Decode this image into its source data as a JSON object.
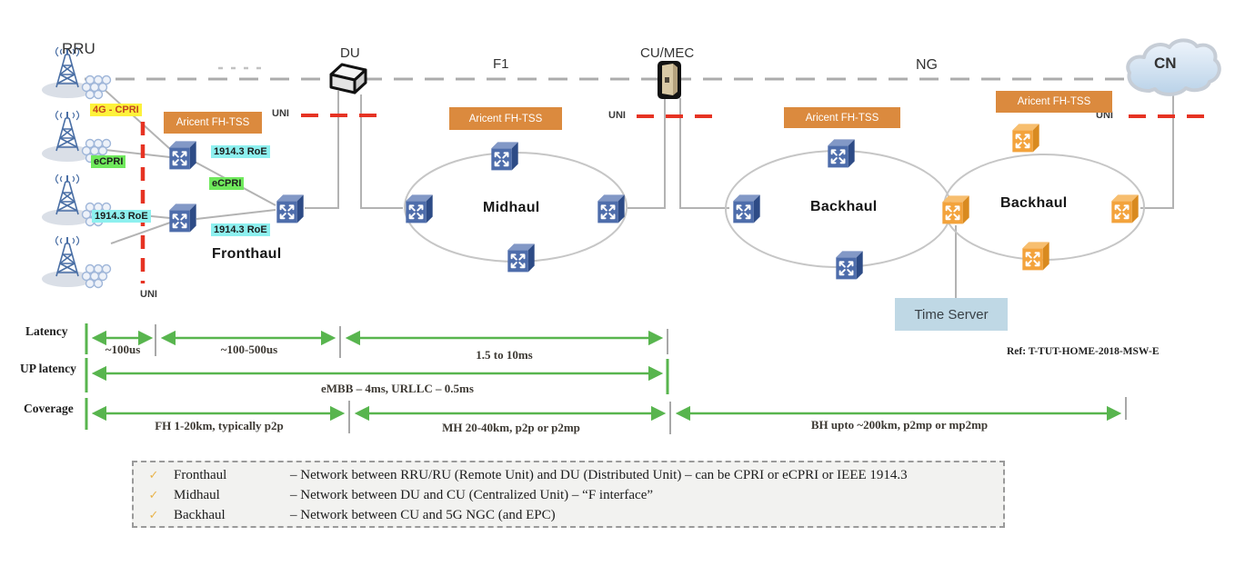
{
  "labels": {
    "rru": "RRU",
    "du": "DU",
    "f1": "F1",
    "cu_mec": "CU/MEC",
    "ng": "NG",
    "cn": "CN",
    "uni": "UNI",
    "aricent": "Aricent FH-TSS",
    "fronthaul": "Fronthaul",
    "midhaul": "Midhaul",
    "backhaul": "Backhaul",
    "time_server": "Time Server"
  },
  "chips": {
    "fourg_cpri": "4G - CPRI",
    "ecpri": "eCPRI",
    "roe": "1914.3 RoE"
  },
  "metrics": {
    "latency": {
      "label": "Latency",
      "seg1": "~100us",
      "seg2": "~100-500us",
      "seg3": "1.5 to 10ms"
    },
    "up_latency": {
      "label": "UP latency",
      "annotation": "eMBB – 4ms, URLLC – 0.5ms"
    },
    "coverage": {
      "label": "Coverage",
      "seg1": "FH 1-20km, typically p2p",
      "seg2": "MH 20-40km, p2p or p2mp",
      "seg3": "BH  upto ~200km, p2mp or mp2mp"
    }
  },
  "ref": "Ref: T-TUT-HOME-2018-MSW-E",
  "legend": {
    "check": "✓",
    "items": [
      {
        "term": "Fronthaul",
        "desc": "– Network between RRU/RU (Remote Unit) and DU (Distributed Unit) – can be CPRI or eCPRI or IEEE 1914.3"
      },
      {
        "term": "Midhaul",
        "desc": "– Network between DU and CU (Centralized Unit) – “F interface”"
      },
      {
        "term": "Backhaul",
        "desc": "– Network between CU and 5G NGC (and EPC)"
      }
    ]
  },
  "colors": {
    "aricent_orange": "#DB8A3E",
    "switch_blue": "#4E6DAB",
    "switch_orange": "#F3A33C",
    "uni_red": "#E63323",
    "arrow_green": "#58B54E",
    "highlight_yellow": "#FDF23B",
    "highlight_green": "#6FE95C",
    "highlight_cyan": "#8DF0EF",
    "time_server_bg": "#BFD8E5"
  }
}
